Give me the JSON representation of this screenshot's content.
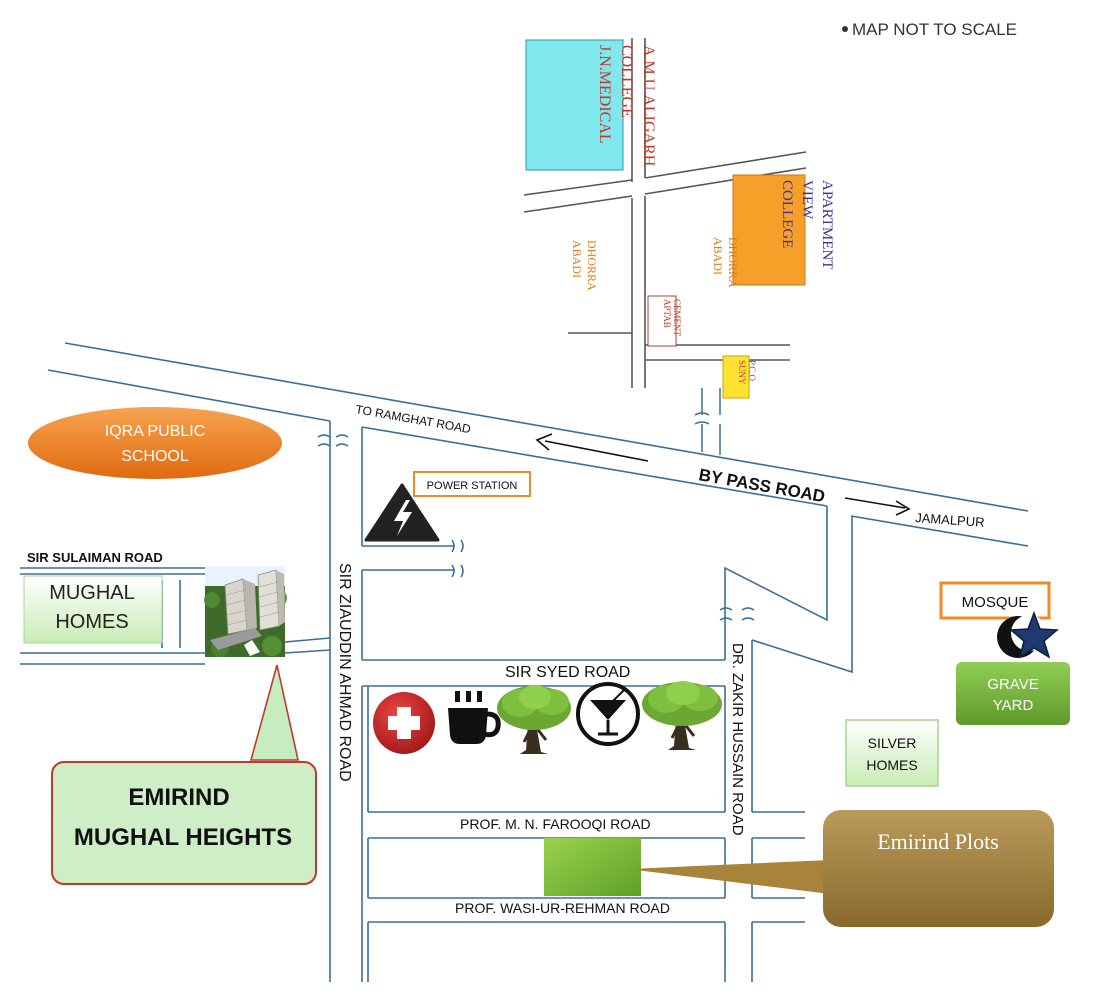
{
  "scale_note": "MAP NOT TO SCALE",
  "roads": {
    "by_pass": "BY PASS ROAD",
    "to_ramghat": "TO RAMGHAT ROAD",
    "jamalpur": "JAMALPUR",
    "sir_sulaiman": "SIR SULAIMAN ROAD",
    "sir_ziauddin": "SIR ZIAUDDIN AHMAD ROAD",
    "sir_syed": "SIR SYED ROAD",
    "dr_zakir": "DR. ZAKIR HUSSAIN ROAD",
    "farooqi": "PROF. M. N. FAROOQI ROAD",
    "wasi": "PROF. WASI-UR-REHMAN ROAD"
  },
  "landmarks": {
    "jn_medical": [
      "J.N.MEDICAL",
      "COLLEGE",
      "A.M.U.ALIGARH"
    ],
    "college_view": [
      "COLLEGE",
      "VIEW",
      "APARTMENT"
    ],
    "abadi_dhorra": [
      "ABADI",
      "DHORRA"
    ],
    "aptab_cement": [
      "APTAB",
      "CEMENT"
    ],
    "suny_pco": [
      "SUNY",
      "P.C.O"
    ],
    "iqra": [
      "IQRA PUBLIC",
      "SCHOOL"
    ],
    "power_station": "POWER STATION",
    "mughal_homes": [
      "MUGHAL",
      "HOMES"
    ],
    "emirind_heights": [
      "EMIRIND",
      "MUGHAL HEIGHTS"
    ],
    "emirind_plots": "Emirind Plots",
    "mosque": "MOSQUE",
    "grave_yard": [
      "GRAVE",
      "YARD"
    ],
    "silver_homes": [
      "SILVER",
      "HOMES"
    ]
  },
  "amenity_icons": [
    "hospital-icon",
    "coffee-icon",
    "tree-icon",
    "cocktail-icon",
    "tree-icon"
  ],
  "colors": {
    "road": "#3a6e9a",
    "small_road": "#4a4a4a",
    "orange": "#f08a24",
    "tan": "#a8843a",
    "green": "#7fbf3f",
    "light_green": "#d4f0c4",
    "cyan": "#7fe8ef",
    "pco_yellow": "#ffe234",
    "red_outline": "#c0392b"
  }
}
